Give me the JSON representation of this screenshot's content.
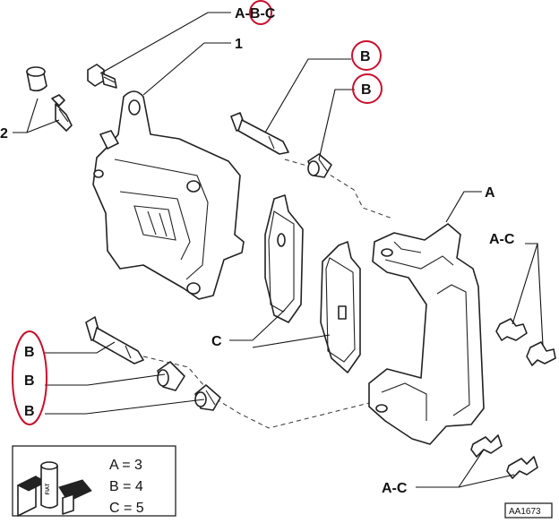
{
  "callouts": {
    "top_abc": "A-B-C",
    "caliper": "1",
    "bleeder": "2",
    "pin_upper": "B",
    "bush_upper": "B",
    "carrier": "A",
    "clips_upper": "A-C",
    "pads": "C",
    "left_b1": "B",
    "left_b2": "B",
    "left_b3": "B",
    "clips_lower": "A-C"
  },
  "legend": {
    "a": "A = 3",
    "b": "B = 4",
    "c": "C = 5",
    "icon_text": "FIAT"
  },
  "reference_code": "AA1673",
  "colors": {
    "highlight": "#c8102e",
    "line": "#222222"
  }
}
